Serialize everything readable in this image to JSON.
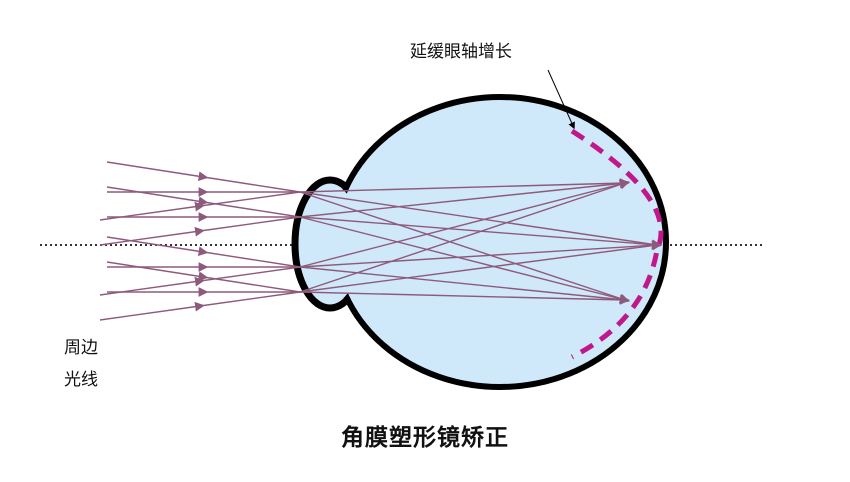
{
  "labels": {
    "annotation": "延缓眼轴增长",
    "peripheral_line1": "周边",
    "peripheral_line2": "光线",
    "title": "角膜塑形镜矫正"
  },
  "colors": {
    "eye_fill": "#cfe8fa",
    "outline": "#000000",
    "ray": "#8e5a7c",
    "dashed_retina": "#c0188a"
  }
}
